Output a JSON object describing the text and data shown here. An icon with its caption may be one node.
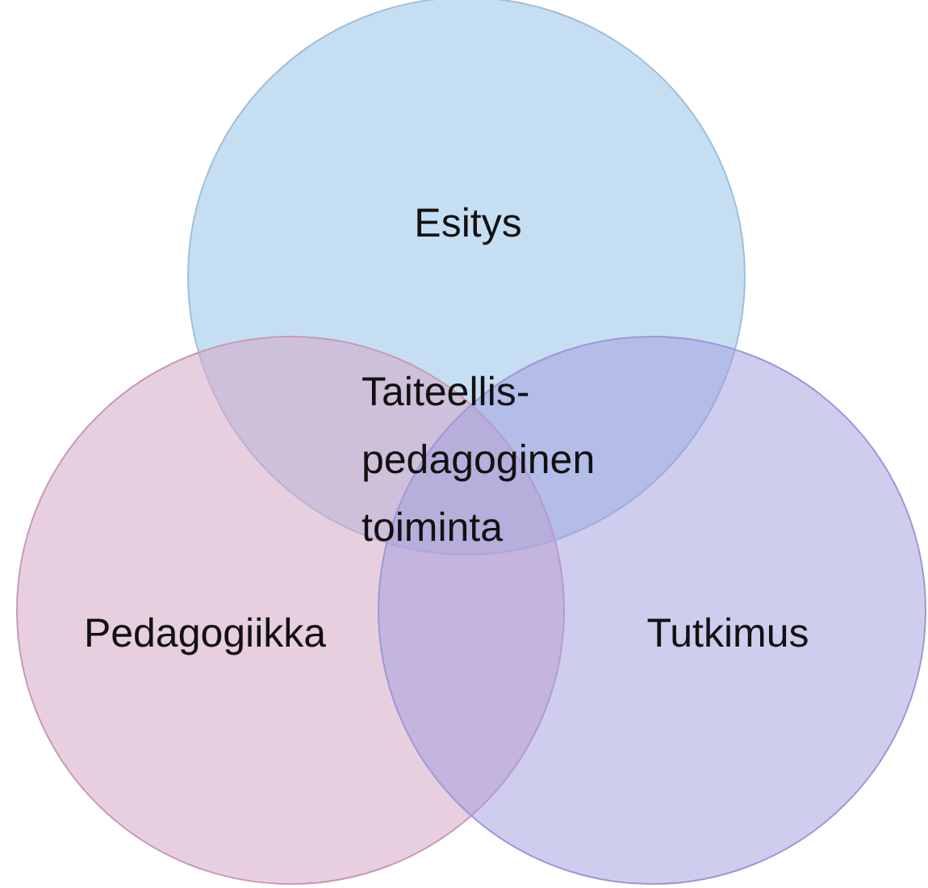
{
  "diagram": {
    "nodes": [
      {
        "text": [
          "Esitys"
        ]
      },
      {
        "text": [
          "Pedagogiikka"
        ]
      },
      {
        "text": [
          "Tutkimus"
        ]
      }
    ],
    "labels": [
      "Taiteellis- pedagoginen toiminta"
    ]
  }
}
